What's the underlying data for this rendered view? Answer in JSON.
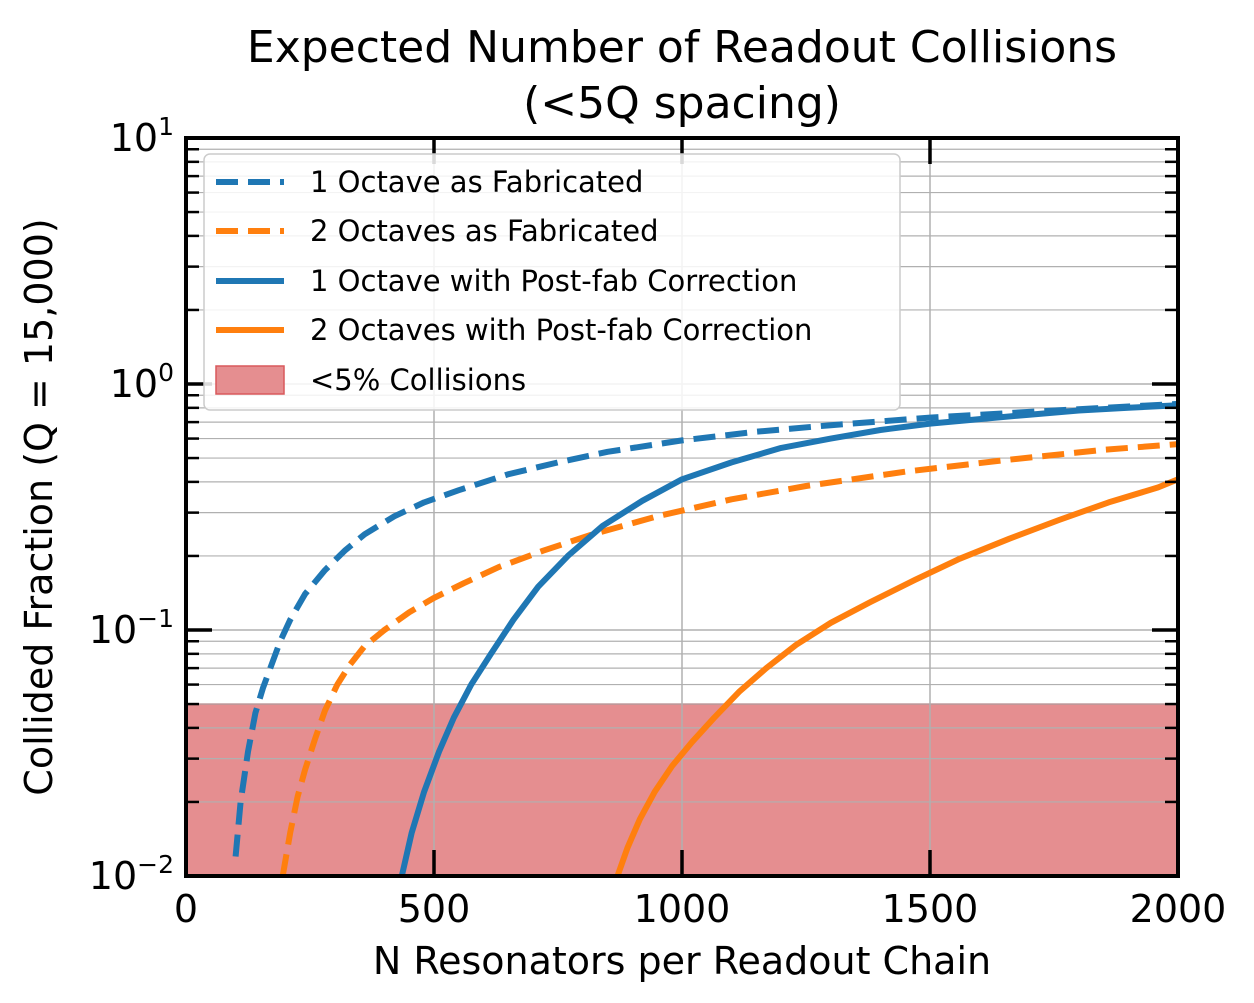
{
  "chart_data": {
    "type": "line",
    "title_lines": [
      "Expected Number of Readout Collisions",
      "(<5Q spacing)"
    ],
    "xlabel": "N Resonators per Readout Chain",
    "ylabel": "Collided Fraction (Q = 15,000)",
    "xlim": [
      0,
      2000
    ],
    "ylim": [
      0.01,
      10
    ],
    "yscale": "log",
    "grid": true,
    "legend_position": "upper-left",
    "x_ticks": [
      {
        "label": "0",
        "value": 0
      },
      {
        "label": "500",
        "value": 500
      },
      {
        "label": "1000",
        "value": 1000
      },
      {
        "label": "1500",
        "value": 1500
      },
      {
        "label": "2000",
        "value": 2000
      }
    ],
    "y_ticks": [
      {
        "base": "10",
        "exp": "1",
        "value": 10
      },
      {
        "base": "10",
        "exp": "0",
        "value": 1
      },
      {
        "base": "10",
        "exp": "−1",
        "value": 0.1
      },
      {
        "base": "10",
        "exp": "−2",
        "value": 0.01
      }
    ],
    "threshold_band": {
      "label": "<5% Collisions",
      "y_min": 0.01,
      "y_max": 0.05,
      "color": "#e58e90",
      "edge_color": "#d9585c"
    },
    "series": [
      {
        "name": "1 Octave as Fabricated",
        "color": "#1f77b4",
        "dash": true,
        "x": [
          100,
          110,
          125,
          140,
          155,
          170,
          190,
          210,
          240,
          280,
          320,
          360,
          420,
          480,
          550,
          650,
          750,
          850,
          1000,
          1150,
          1300,
          1500,
          1700,
          1900,
          2000
        ],
        "y": [
          0.012,
          0.02,
          0.032,
          0.046,
          0.058,
          0.07,
          0.09,
          0.11,
          0.14,
          0.175,
          0.21,
          0.245,
          0.29,
          0.33,
          0.37,
          0.43,
          0.48,
          0.53,
          0.59,
          0.64,
          0.68,
          0.73,
          0.77,
          0.81,
          0.83
        ]
      },
      {
        "name": "2 Octaves as Fabricated",
        "color": "#ff7f0e",
        "dash": true,
        "x": [
          195,
          210,
          225,
          240,
          260,
          280,
          305,
          330,
          360,
          400,
          450,
          500,
          560,
          630,
          720,
          820,
          950,
          1100,
          1250,
          1450,
          1650,
          1850,
          2000
        ],
        "y": [
          0.01,
          0.015,
          0.021,
          0.027,
          0.036,
          0.047,
          0.06,
          0.072,
          0.086,
          0.1,
          0.118,
          0.135,
          0.155,
          0.18,
          0.21,
          0.245,
          0.29,
          0.34,
          0.385,
          0.44,
          0.49,
          0.54,
          0.57
        ]
      },
      {
        "name": "1 Octave with Post-fab Correction",
        "color": "#1f77b4",
        "dash": false,
        "x": [
          435,
          455,
          480,
          510,
          540,
          575,
          615,
          660,
          710,
          770,
          840,
          920,
          1000,
          1100,
          1200,
          1300,
          1400,
          1500,
          1600,
          1700,
          1800,
          1900,
          2000
        ],
        "y": [
          0.01,
          0.015,
          0.022,
          0.032,
          0.044,
          0.06,
          0.08,
          0.11,
          0.15,
          0.2,
          0.265,
          0.335,
          0.41,
          0.48,
          0.55,
          0.6,
          0.65,
          0.69,
          0.72,
          0.75,
          0.78,
          0.8,
          0.82
        ]
      },
      {
        "name": "2 Octaves with Post-fab Correction",
        "color": "#ff7f0e",
        "dash": false,
        "x": [
          870,
          890,
          915,
          945,
          980,
          1020,
          1065,
          1115,
          1170,
          1230,
          1300,
          1380,
          1470,
          1560,
          1660,
          1760,
          1860,
          1960,
          2000
        ],
        "y": [
          0.01,
          0.013,
          0.017,
          0.022,
          0.028,
          0.035,
          0.044,
          0.056,
          0.07,
          0.087,
          0.107,
          0.13,
          0.16,
          0.195,
          0.235,
          0.28,
          0.33,
          0.38,
          0.41
        ]
      }
    ]
  }
}
